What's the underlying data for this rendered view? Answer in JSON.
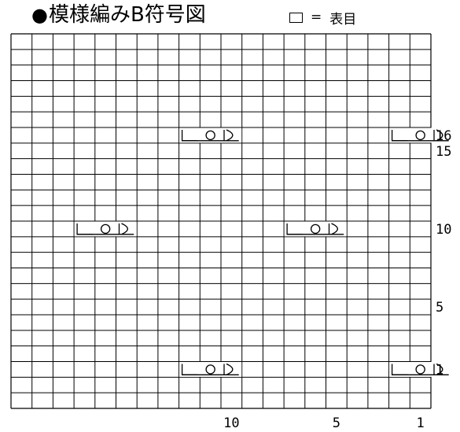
{
  "title": {
    "bullet": "●",
    "text": "模様編みB符号図"
  },
  "legend": {
    "equals": "=",
    "label": "表目"
  },
  "grid": {
    "columns": 20,
    "rows": 24
  },
  "cell_symbol": {
    "glyphs": [
      "⌊",
      "○",
      "Ⅾ"
    ]
  },
  "motifs": [
    {
      "row": 16,
      "col": 12
    },
    {
      "row": 16,
      "col": 2
    },
    {
      "row": 10,
      "col": 17
    },
    {
      "row": 10,
      "col": 7
    },
    {
      "row": 1,
      "col": 12
    },
    {
      "row": 1,
      "col": 2
    }
  ],
  "row_labels": [
    "16",
    "15",
    "10",
    "5",
    "1"
  ],
  "row_label_rows": [
    16,
    15,
    10,
    5,
    1
  ],
  "col_labels": [
    "10",
    "5",
    "1"
  ],
  "col_label_cols": [
    10,
    5,
    1
  ]
}
